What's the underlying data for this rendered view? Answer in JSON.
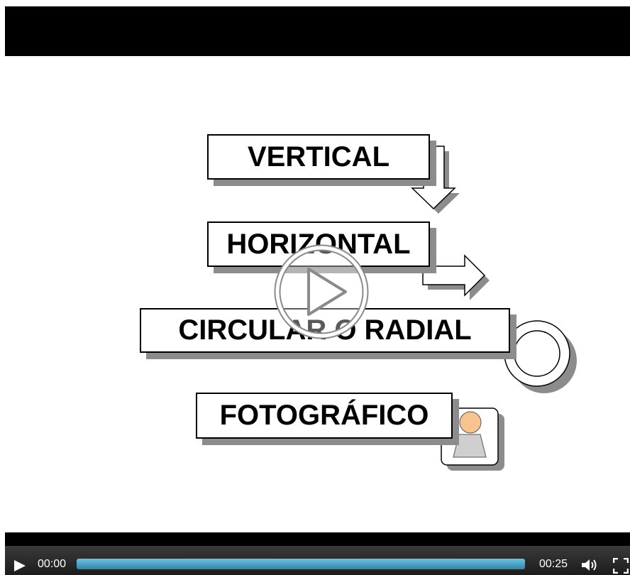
{
  "player": {
    "current_time": "00:00",
    "duration": "00:25",
    "progress": 0,
    "accent_color": "#3f9bbd",
    "icons": {
      "play": "play-icon",
      "big_play": "big-play-overlay-icon",
      "volume": "volume-icon",
      "fullscreen": "fullscreen-icon"
    }
  },
  "slide": {
    "labels": {
      "vertical": "VERTICAL",
      "horizontal": "HORIZONTAL",
      "circular": "CIRCULAR O RADIAL",
      "fotografico": "FOTOGRÁFICO"
    }
  }
}
